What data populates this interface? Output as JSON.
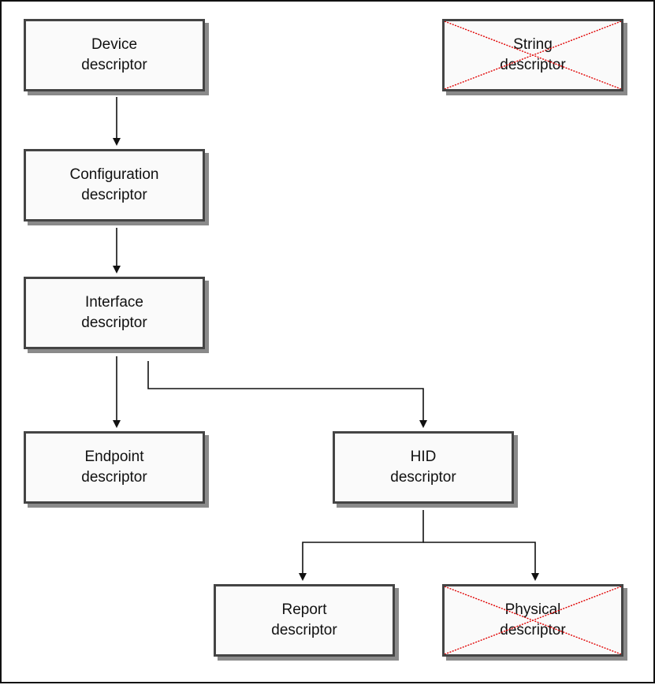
{
  "nodes": {
    "device": {
      "line1": "Device",
      "line2": "descriptor",
      "crossed": false
    },
    "string": {
      "line1": "String",
      "line2": "descriptor",
      "crossed": true
    },
    "configuration": {
      "line1": "Configuration",
      "line2": "descriptor",
      "crossed": false
    },
    "interface": {
      "line1": "Interface",
      "line2": "descriptor",
      "crossed": false
    },
    "endpoint": {
      "line1": "Endpoint",
      "line2": "descriptor",
      "crossed": false
    },
    "hid": {
      "line1": "HID",
      "line2": "descriptor",
      "crossed": false
    },
    "report": {
      "line1": "Report",
      "line2": "descriptor",
      "crossed": false
    },
    "physical": {
      "line1": "Physical",
      "line2": "descriptor",
      "crossed": true
    }
  },
  "edges": [
    {
      "from": "device",
      "to": "configuration"
    },
    {
      "from": "configuration",
      "to": "interface"
    },
    {
      "from": "interface",
      "to": "endpoint"
    },
    {
      "from": "interface",
      "to": "hid"
    },
    {
      "from": "hid",
      "to": "report"
    },
    {
      "from": "hid",
      "to": "physical"
    }
  ],
  "colors": {
    "cross": "#e00000",
    "line": "#111111",
    "shadow": "#8a8a8a"
  }
}
